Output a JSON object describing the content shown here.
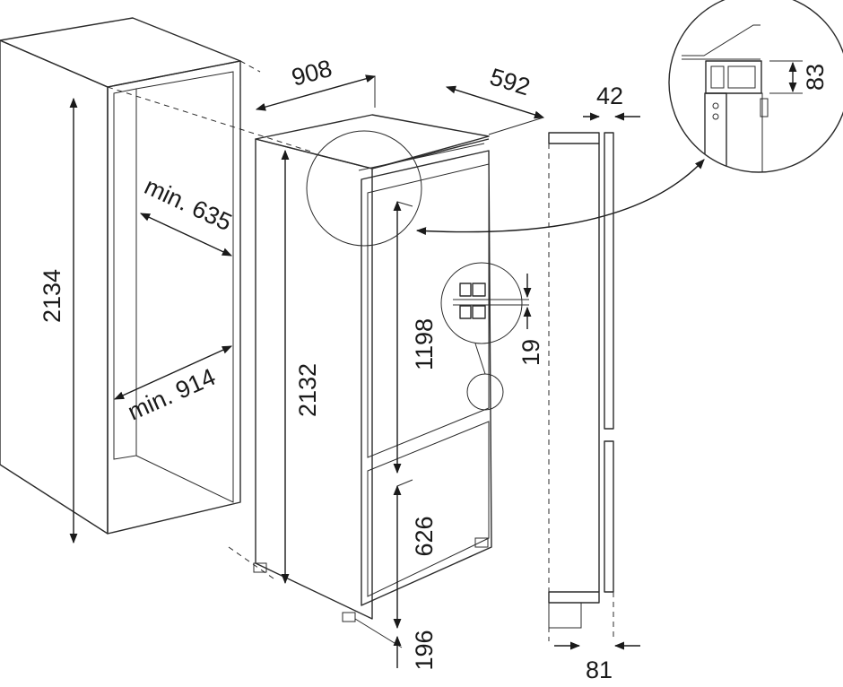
{
  "labels": {
    "cabinet_depth": "908",
    "appliance_width": "592",
    "door_gap": "42",
    "hinge_height": "83",
    "niche_height": "2134",
    "min_width": "min. 635",
    "min_depth": "min. 914",
    "appliance_height": "2132",
    "fridge_door": "1198",
    "hinge_gap": "19",
    "freezer_door": "626",
    "plinth_height": "196",
    "plinth_depth": "81"
  },
  "colors": {
    "line": "#2b2b2b",
    "niche_fill": "#efefef",
    "background": "#ffffff"
  }
}
